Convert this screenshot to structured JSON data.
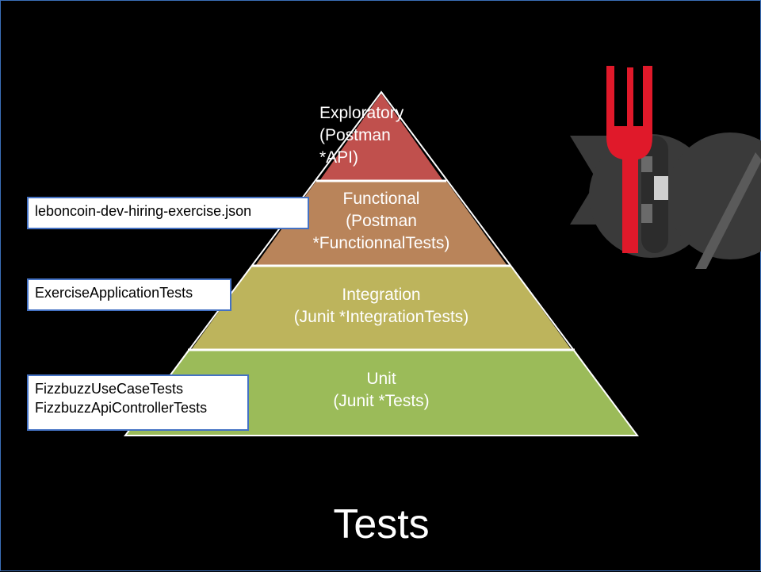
{
  "title": "Tests",
  "colors": {
    "background": "#000000",
    "exploratory": "#c0504d",
    "functional": "#b9845a",
    "integration": "#bdb45c",
    "unit": "#9bbb59",
    "callout_border": "#4472c4",
    "logo_red": "#e0192a",
    "logo_grey": "#3a3a3a"
  },
  "pyramid": {
    "tiers": [
      {
        "name": "Exploratory",
        "lines": [
          "Exploratory",
          "(Postman",
          "*API)"
        ]
      },
      {
        "name": "Functional",
        "lines": [
          "Functional",
          "(Postman",
          "*FunctionnalTests)"
        ]
      },
      {
        "name": "Integration",
        "lines": [
          "Integration",
          "(Junit *IntegrationTests)"
        ]
      },
      {
        "name": "Unit",
        "lines": [
          "Unit",
          "(Junit *Tests)"
        ]
      }
    ]
  },
  "callouts": {
    "functional": [
      "leboncoin-dev-hiring-exercise.json"
    ],
    "integration": [
      "ExerciseApplicationTests"
    ],
    "unit": [
      "FizzbuzzUseCaseTests",
      "FizzbuzzApiControllerTests"
    ]
  },
  "logo": {
    "icon": "fork-knife-logo-icon"
  }
}
